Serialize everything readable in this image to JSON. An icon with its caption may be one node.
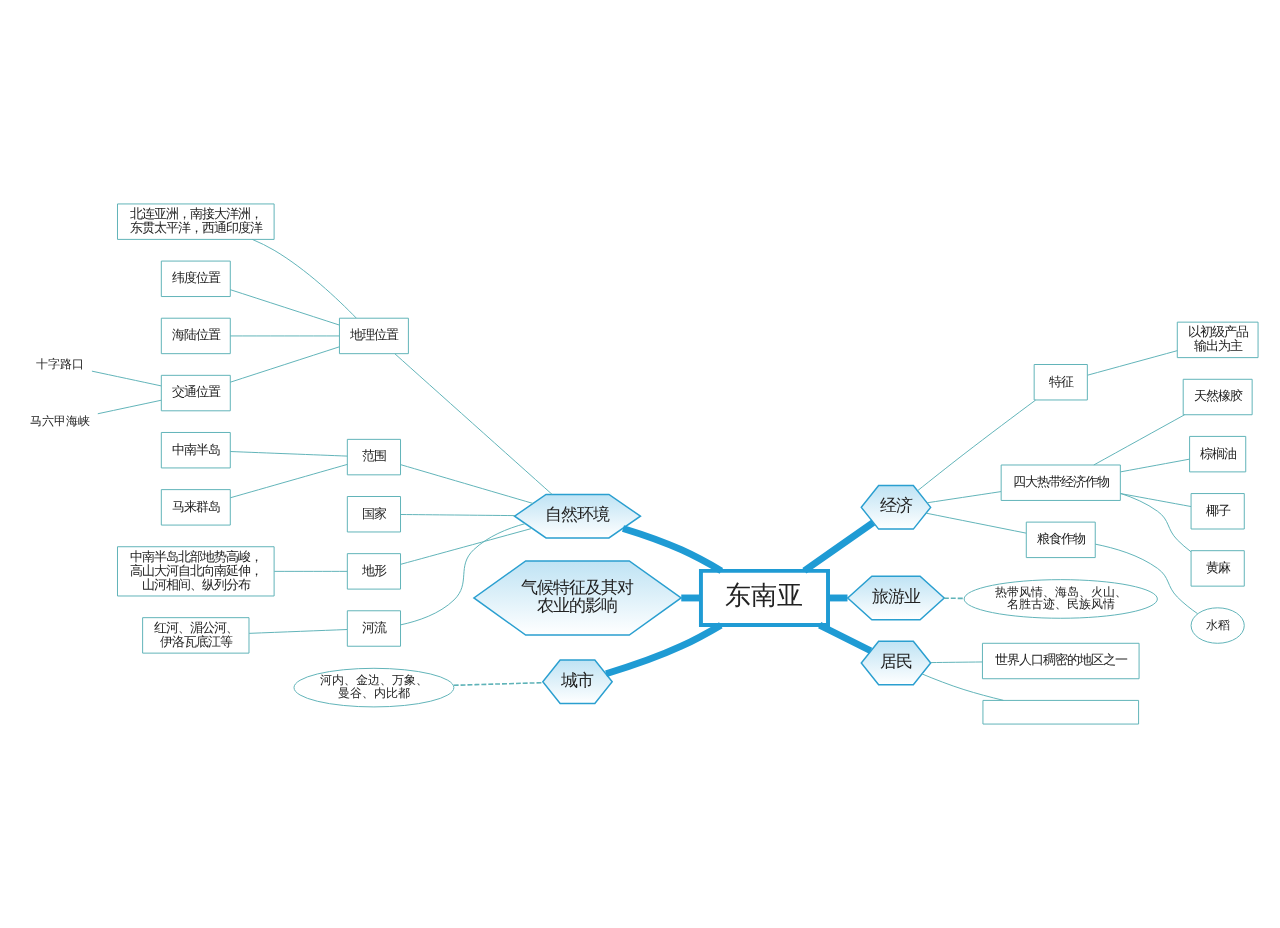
{
  "diagram": {
    "nodes": [
      {
        "text": [
          "东南亚"
        ]
      },
      {
        "text": [
          "自然环境"
        ]
      },
      {
        "text": [
          "地理位置"
        ]
      },
      {
        "text": [
          "北连亚洲，南接大洋洲，东贯太平洋，西通印度洋"
        ]
      },
      {
        "text": [
          "纬度位置"
        ]
      },
      {
        "text": [
          "海陆位置"
        ]
      },
      {
        "text": [
          "交通位置"
        ]
      },
      {
        "text": [
          "十字路口"
        ]
      },
      {
        "text": [
          "马六甲海峡"
        ]
      },
      {
        "text": [
          "范围"
        ]
      },
      {
        "text": [
          "中南半岛"
        ]
      },
      {
        "text": [
          "马来群岛"
        ]
      },
      {
        "text": [
          "国家"
        ]
      },
      {
        "text": [
          "地形"
        ]
      },
      {
        "text": [
          "中南半岛北部地势高峻，高山大河自北向南延伸，山河相间、纵列分布"
        ]
      },
      {
        "text": [
          "河流"
        ]
      },
      {
        "text": [
          "红河、湄公河、伊洛瓦底江等"
        ]
      },
      {
        "text": [
          "经济"
        ]
      },
      {
        "text": [
          "特征"
        ]
      },
      {
        "text": [
          "以初级产品输出为主"
        ]
      },
      {
        "text": [
          "四大热带经济作物"
        ]
      },
      {
        "text": [
          "天然橡胶"
        ]
      },
      {
        "text": [
          "棕榈油"
        ]
      },
      {
        "text": [
          "椰子"
        ]
      },
      {
        "text": [
          "黄麻"
        ]
      },
      {
        "text": [
          "粮食作物"
        ]
      },
      {
        "text": [
          "水稻"
        ]
      },
      {
        "text": [
          "旅游业"
        ]
      },
      {
        "text": [
          "热带风情、海岛、火山、名胜古迹、民族风情"
        ]
      },
      {
        "text": [
          "气候特征及其对农业的影响"
        ]
      },
      {
        "text": [
          "城市"
        ]
      },
      {
        "text": [
          "河内、金边、万象、曼谷、内比都"
        ]
      },
      {
        "text": [
          "居民"
        ]
      },
      {
        "text": [
          "世界人口稠密的地区之一"
        ]
      },
      {
        "text": [],
        "shape": "box"
      }
    ],
    "edges": [
      {
        "from": 0,
        "to": 1,
        "arrow": "none",
        "style": "thick",
        "color": "#1f9bd4"
      },
      {
        "from": 1,
        "to": 2,
        "arrow": "none"
      },
      {
        "from": 2,
        "to": 3,
        "arrow": "none"
      },
      {
        "from": 2,
        "to": 4,
        "arrow": "none"
      },
      {
        "from": 2,
        "to": 5,
        "arrow": "none"
      },
      {
        "from": 2,
        "to": 6,
        "arrow": "none"
      },
      {
        "from": 6,
        "to": 7,
        "arrow": "none"
      },
      {
        "from": 6,
        "to": 8,
        "arrow": "none"
      },
      {
        "from": 1,
        "to": 9,
        "arrow": "none"
      },
      {
        "from": 9,
        "to": 10,
        "arrow": "none"
      },
      {
        "from": 9,
        "to": 11,
        "arrow": "none"
      },
      {
        "from": 1,
        "to": 12,
        "arrow": "none"
      },
      {
        "from": 1,
        "to": 13,
        "arrow": "none"
      },
      {
        "from": 13,
        "to": 14,
        "arrow": "none"
      },
      {
        "from": 1,
        "to": 15,
        "arrow": "none"
      },
      {
        "from": 15,
        "to": 16,
        "arrow": "none"
      },
      {
        "from": 0,
        "to": 17,
        "arrow": "none",
        "style": "thick",
        "color": "#1f9bd4"
      },
      {
        "from": 17,
        "to": 18,
        "arrow": "none"
      },
      {
        "from": 18,
        "to": 19,
        "arrow": "none"
      },
      {
        "from": 17,
        "to": 20,
        "arrow": "none"
      },
      {
        "from": 20,
        "to": 21,
        "arrow": "none"
      },
      {
        "from": 20,
        "to": 22,
        "arrow": "none"
      },
      {
        "from": 20,
        "to": 23,
        "arrow": "none"
      },
      {
        "from": 20,
        "to": 24,
        "arrow": "none"
      },
      {
        "from": 17,
        "to": 25,
        "arrow": "none"
      },
      {
        "from": 25,
        "to": 26,
        "arrow": "none"
      },
      {
        "from": 0,
        "to": 27,
        "arrow": "none",
        "style": "thick",
        "color": "#1f9bd4"
      },
      {
        "from": 27,
        "to": 28,
        "arrow": "none",
        "style": "dashed"
      },
      {
        "from": 0,
        "to": 29,
        "arrow": "none",
        "style": "thick",
        "color": "#1f9bd4"
      },
      {
        "from": 0,
        "to": 30,
        "arrow": "none",
        "style": "thick",
        "color": "#1f9bd4"
      },
      {
        "from": 30,
        "to": 31,
        "arrow": "none",
        "style": "dashed"
      },
      {
        "from": 0,
        "to": 32,
        "arrow": "none",
        "style": "thick",
        "color": "#1f9bd4"
      },
      {
        "from": 32,
        "to": 33,
        "arrow": "none"
      },
      {
        "from": 32,
        "to": 34,
        "arrow": "none"
      }
    ]
  }
}
